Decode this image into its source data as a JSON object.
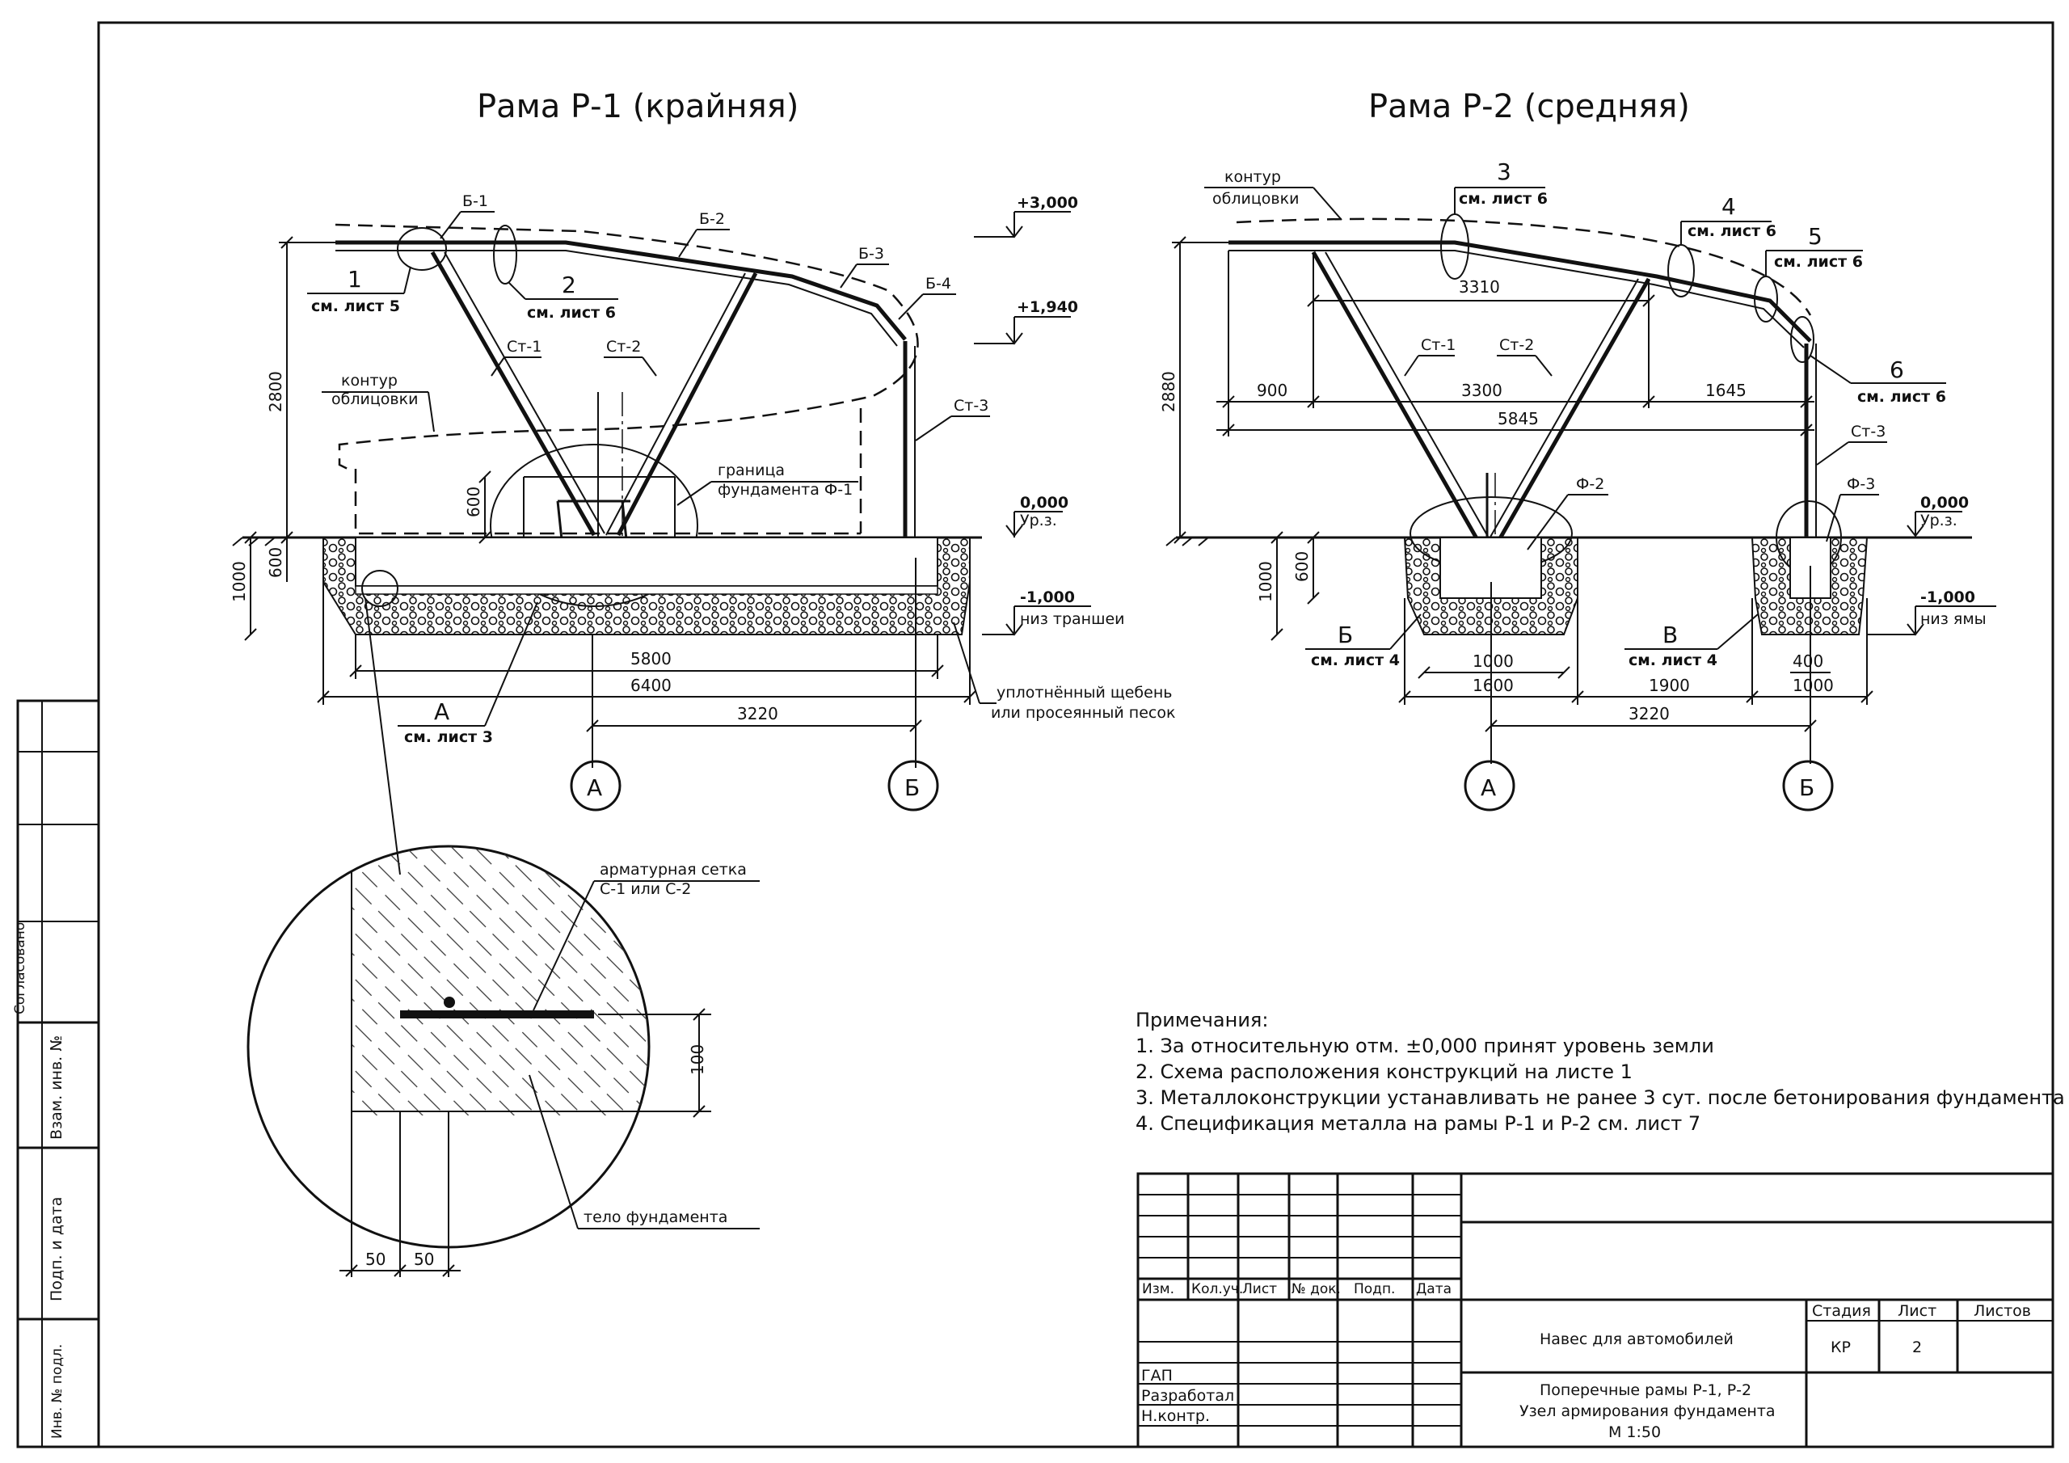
{
  "frame1": {
    "title": "Рама Р-1 (крайняя)",
    "labels": {
      "b1": "Б-1",
      "b2": "Б-2",
      "b3": "Б-3",
      "b4": "Б-4",
      "st1": "Ст-1",
      "st2": "Ст-2",
      "st3": "Ст-3",
      "n1": "1",
      "n1_ref": "см. лист 5",
      "n2": "2",
      "n2_ref": "см. лист 6",
      "contour1": "контур",
      "contour2": "облицовки",
      "boundary1": "граница",
      "boundary2": "фундамента Ф-1",
      "gravel1": "уплотнённый щебень",
      "gravel2": "или просеянный песок",
      "a": "А",
      "a_ref": "см. лист 3"
    },
    "levels": {
      "top": "+3,000",
      "mid": "+1,940",
      "zero": "0,000",
      "ground": "Ур.з.",
      "bottom": "-1,000",
      "bottom_lbl": "низ траншеи"
    },
    "dims": {
      "h": "2800",
      "f600a": "600",
      "f600b": "600",
      "f1000": "1000",
      "w5800": "5800",
      "w6400": "6400",
      "w3220": "3220"
    },
    "axes": [
      "А",
      "Б"
    ]
  },
  "frame2": {
    "title": "Рама Р-2 (средняя)",
    "labels": {
      "contour1": "контур",
      "contour2": "облицовки",
      "n3": "3",
      "n3_ref": "см. лист 6",
      "n4": "4",
      "n4_ref": "см. лист 6",
      "n5": "5",
      "n5_ref": "см. лист 6",
      "n6": "6",
      "n6_ref": "см. лист 6",
      "st1": "Ст-1",
      "st2": "Ст-2",
      "st3": "Ст-3",
      "f2": "Ф-2",
      "f3": "Ф-3",
      "b": "Б",
      "b_ref": "см. лист 4",
      "v": "В",
      "v_ref": "см. лист 4"
    },
    "levels": {
      "zero": "0,000",
      "ground": "Ур.з.",
      "bottom": "-1,000",
      "bottom_lbl": "низ ямы"
    },
    "dims": {
      "h": "2880",
      "d3310": "3310",
      "d900": "900",
      "d3300": "3300",
      "d1645": "1645",
      "d5845": "5845",
      "f600": "600",
      "f1000": "1000",
      "w1000a": "1000",
      "w1600": "1600",
      "w1900": "1900",
      "w400": "400",
      "w1000b": "1000",
      "w3220": "3220"
    },
    "axes": [
      "А",
      "Б"
    ]
  },
  "detail": {
    "mesh1": "арматурная сетка",
    "mesh2": "С-1 или С-2",
    "body": "тело фундамента",
    "d100": "100",
    "d50a": "50",
    "d50b": "50"
  },
  "notes": {
    "header": "Примечания:",
    "items": [
      "1. За относительную отм. ±0,000 принят уровень земли",
      "2. Схема расположения конструкций на листе 1",
      "3. Металлоконструкции устанавливать не ранее 3 сут. после бетонирования фундамента",
      "4. Спецификация металла на рамы Р-1 и Р-2 см. лист 7"
    ]
  },
  "left_stamp": {
    "inv": "Инв. № подл.",
    "sign": "Подп. и дата",
    "vzam": "Взам. инв. №",
    "sogl": "Согласовано"
  },
  "title_block": {
    "cols": [
      "Изм.",
      "Кол.уч.",
      "Лист",
      "№ док.",
      "Подп.",
      "Дата"
    ],
    "roles": [
      "ГАП",
      "Разработал",
      "Н.контр."
    ],
    "project": "Навес для автомобилей",
    "sheet_title1": "Поперечные рамы Р-1, Р-2",
    "sheet_title2": "Узел армирования фундамента",
    "sheet_title3": "М 1:50",
    "stage_h": "Стадия",
    "sheet_h": "Лист",
    "sheets_h": "Листов",
    "stage": "КР",
    "sheet": "2"
  }
}
